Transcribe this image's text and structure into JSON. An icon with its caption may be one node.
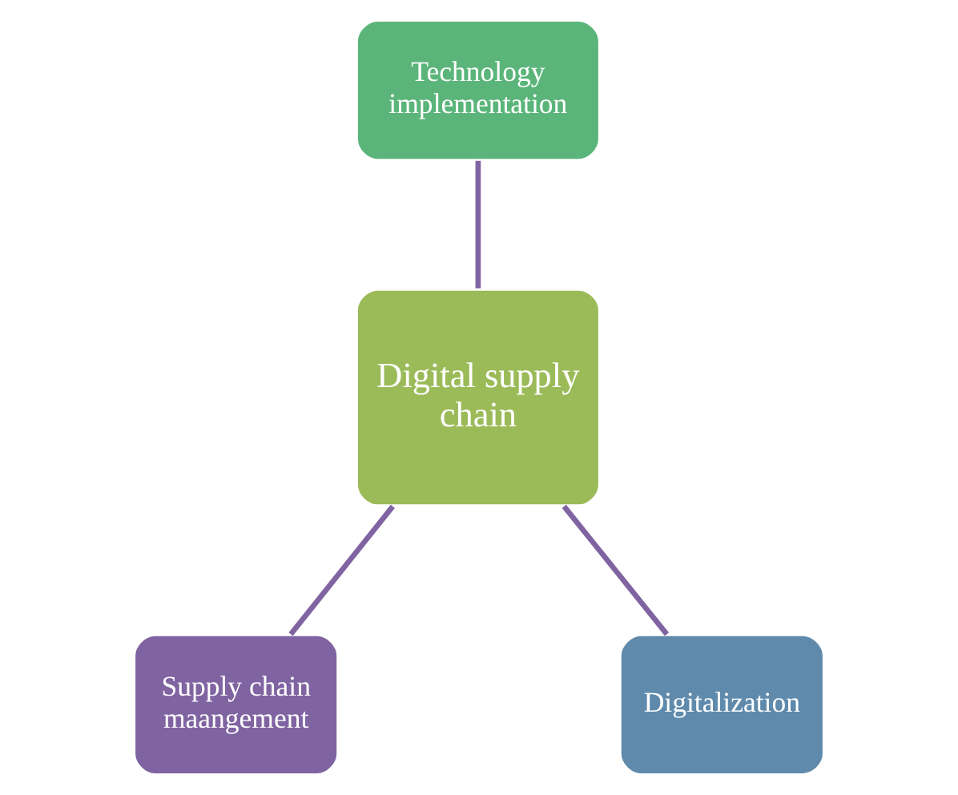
{
  "diagram": {
    "nodes": [
      {
        "text": [
          "Technology implementation"
        ]
      },
      {
        "text": [
          "Digital supply chain"
        ]
      },
      {
        "text": [
          "Supply chain maangement"
        ]
      },
      {
        "text": [
          "Digitalization"
        ]
      }
    ],
    "edges": [
      {
        "from": 0,
        "to": 1,
        "arrow": "none"
      },
      {
        "from": 1,
        "to": 2,
        "arrow": "none"
      },
      {
        "from": 1,
        "to": 3,
        "arrow": "none"
      }
    ]
  }
}
